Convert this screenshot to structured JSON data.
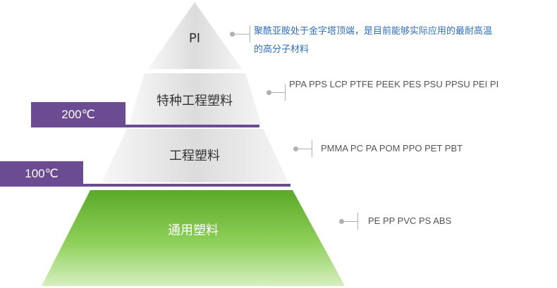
{
  "diagram": {
    "tiers": [
      {
        "label": "PI",
        "note": "聚酰亚胺处于金字塔顶端，是目前能够实际应用的最耐高温的高分子材料"
      },
      {
        "label": "特种工程塑料",
        "note": "PPA  PPS  LCP  PTFE PEEK  PES PSU PPSU PEI PI"
      },
      {
        "label": "工程塑料",
        "note": "PMMA  PC  PA POM PPO PET PBT"
      },
      {
        "label": "通用塑料",
        "note": "PE  PP  PVC  PS  ABS"
      }
    ],
    "thresholds": [
      {
        "label": "200℃"
      },
      {
        "label": "100℃"
      }
    ],
    "colors": {
      "grey_tier": "#e6e6e6",
      "green_tier": "#72bf3e",
      "band": "#6b4c93",
      "note_blue": "#2e6fbf",
      "note_grey": "#555555"
    }
  }
}
